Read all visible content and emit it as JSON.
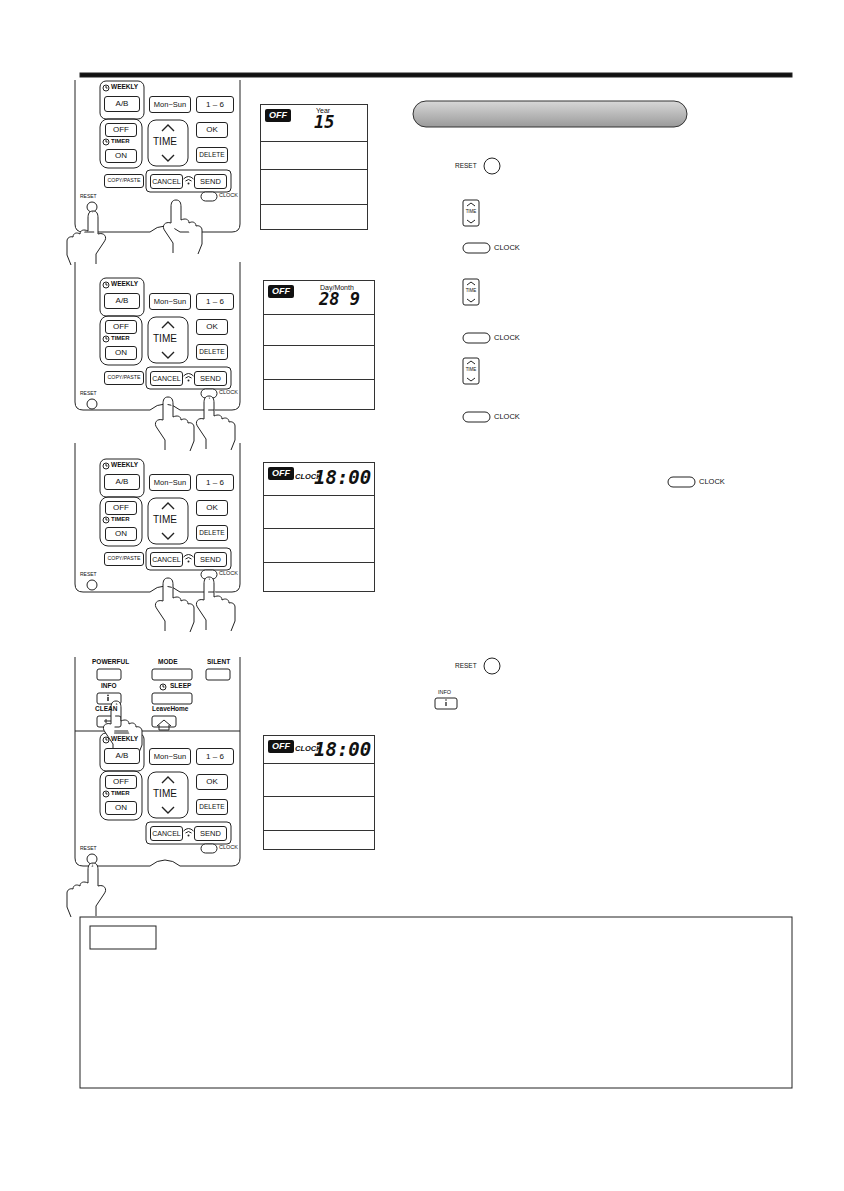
{
  "diagram": {
    "nodes": [
      {
        "text": [
          "OFF",
          "Year",
          "15"
        ]
      },
      {
        "text": [
          "OFF",
          "Day/Month",
          "28 9"
        ]
      },
      {
        "text": [
          "OFF",
          "CLOCK",
          "18:00"
        ]
      },
      {
        "text": [
          "OFF",
          "CLOCK",
          "18:00"
        ]
      }
    ],
    "labels": [
      "WEEKLY",
      "A/B",
      "Mon~Sun",
      "1 – 6",
      "OFF",
      "TIMER",
      "ON",
      "TIME",
      "OK",
      "DELETE",
      "COPY/PASTE",
      "CANCEL",
      "SEND",
      "RESET",
      "CLOCK",
      "WEEKLY",
      "A/B",
      "Mon~Sun",
      "1 – 6",
      "OFF",
      "TIMER",
      "ON",
      "TIME",
      "OK",
      "DELETE",
      "COPY/PASTE",
      "CANCEL",
      "SEND",
      "RESET",
      "CLOCK",
      "WEEKLY",
      "A/B",
      "Mon~Sun",
      "1 – 6",
      "OFF",
      "TIMER",
      "ON",
      "TIME",
      "OK",
      "DELETE",
      "COPY/PASTE",
      "CANCEL",
      "SEND",
      "RESET",
      "CLOCK",
      "POWERFUL",
      "MODE",
      "SILENT",
      "INFO",
      "SLEEP",
      "CLEAN",
      "LeaveHome",
      "WEEKLY",
      "A/B",
      "Mon~Sun",
      "1 – 6",
      "OFF",
      "TIMER",
      "ON",
      "TIME",
      "OK",
      "DELETE",
      "CANCEL",
      "SEND",
      "RESET",
      "CLOCK",
      "RESET",
      "TIME",
      "CLOCK",
      "TIME",
      "CLOCK",
      "TIME",
      "CLOCK",
      "CLOCK",
      "RESET",
      "INFO"
    ]
  }
}
